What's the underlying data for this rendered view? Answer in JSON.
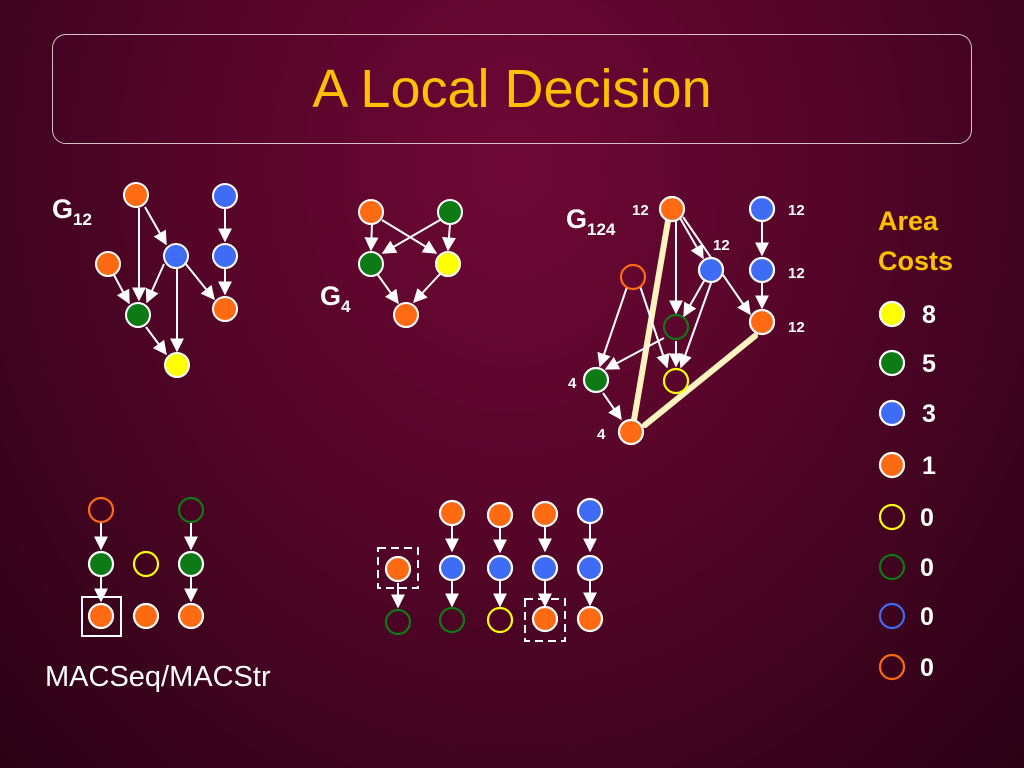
{
  "title": "A Local Decision",
  "colors": {
    "orange": "#ff6a12",
    "blue": "#3e6cf4",
    "green": "#0e7a16",
    "yellow": "#ffff00",
    "edge": "#ffffff",
    "title": "#ffc000"
  },
  "graphs": {
    "g12": {
      "label": "G",
      "sub": "12"
    },
    "g4": {
      "label": "G",
      "sub": "4"
    },
    "g124": {
      "label": "G",
      "sub": "124",
      "annotations": [
        "12",
        "12",
        "12",
        "12",
        "12",
        "4",
        "4"
      ]
    }
  },
  "legend": {
    "heading_line1": "Area",
    "heading_line2": "Costs",
    "items": [
      {
        "name": "yellow-filled",
        "value": "8"
      },
      {
        "name": "green-filled",
        "value": "5"
      },
      {
        "name": "blue-filled",
        "value": "3"
      },
      {
        "name": "orange-filled",
        "value": "1"
      },
      {
        "name": "yellow-hollow",
        "value": "0"
      },
      {
        "name": "green-hollow",
        "value": "0"
      },
      {
        "name": "blue-hollow",
        "value": "0"
      },
      {
        "name": "orange-hollow",
        "value": "0"
      }
    ]
  },
  "caption": "MACSeq/MACStr"
}
